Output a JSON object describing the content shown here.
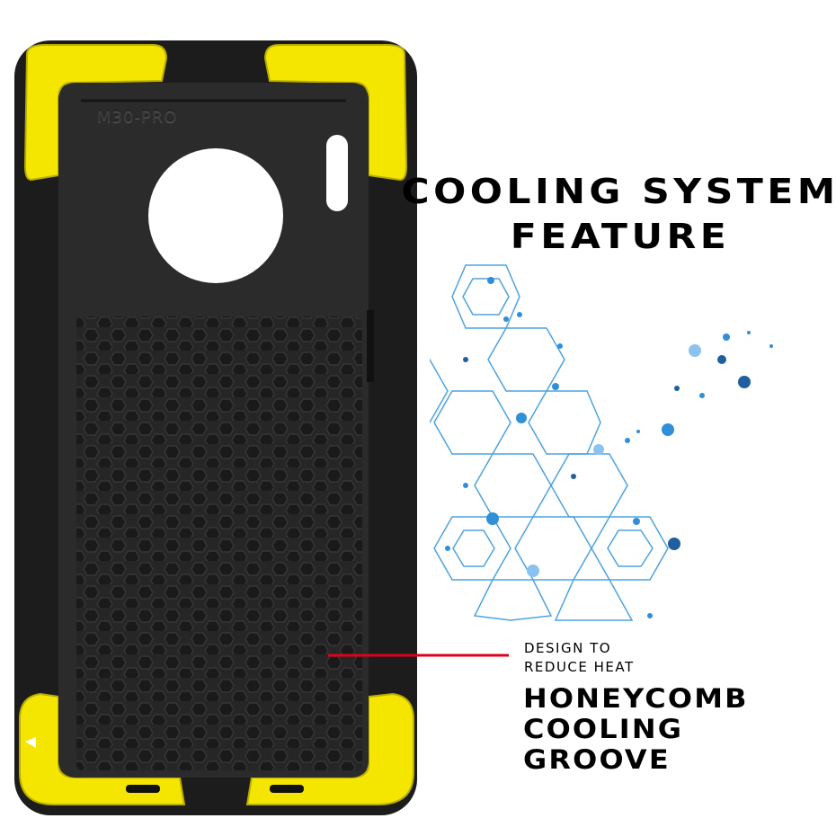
{
  "headline": {
    "line1": "COOLING SYSTEM",
    "line2": "FEATURE"
  },
  "callout": {
    "subtitle_line1": "DESIGN TO",
    "subtitle_line2": "REDUCE HEAT",
    "title_line1": "HONEYCOMB",
    "title_line2": "COOLING",
    "title_line3": "GROOVE"
  },
  "case": {
    "model_text": "M30-PRO"
  },
  "colors": {
    "accent_yellow": "#f4e600",
    "case_black": "#1e1e1e",
    "pointer_red": "#e0001a",
    "network_blue": "#2f8fd8"
  }
}
